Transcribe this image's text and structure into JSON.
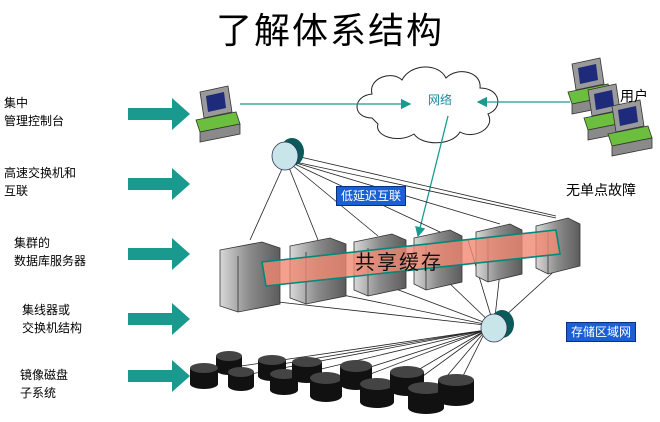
{
  "title": "了解体系结构",
  "side_labels": {
    "console": "集中\n管理控制台",
    "interconnect": "高速交换机和\n互联",
    "db_servers": "集群的\n数据库服务器",
    "switch_fabric": "集线器或\n交换机结构",
    "mirror_disks": "镜像磁盘\n子系统"
  },
  "network_label": "网络",
  "users_label": "用户",
  "no_spof_label": "无单点故障",
  "low_latency_label": "低延迟互联",
  "shared_cache_label": "共享缓存",
  "san_label": "存储区域网",
  "colors": {
    "arrow": "#1a9a8e",
    "badge": "#1a5fd4",
    "cache_band": "#f08a72",
    "cache_border": "#00897b",
    "switch": "#c8e6ea",
    "server": "#9e9e9e",
    "disk": "#111111",
    "terminal_base": "#6cbf3e"
  },
  "icons": [
    "arrow-right-icon",
    "computer-icon",
    "cloud-icon",
    "switch-icon",
    "server-icon",
    "disk-icon"
  ]
}
